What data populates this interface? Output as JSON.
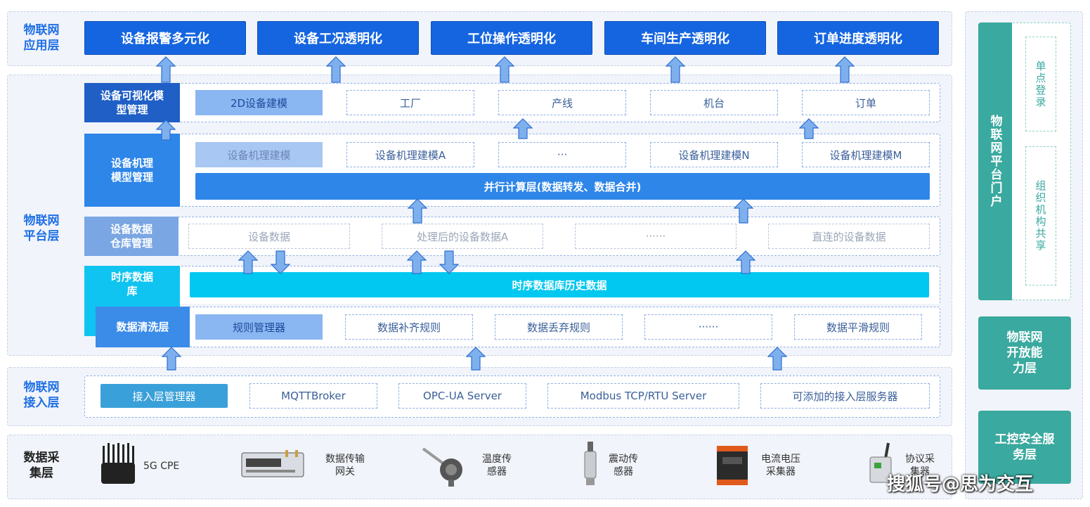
{
  "layers": {
    "app": "物联网应用层",
    "platform": "物联网平台层",
    "access": "物联网接入层",
    "collect": "数据采集层"
  },
  "app_items": [
    "设备报警多元化",
    "设备工况透明化",
    "工位操作透明化",
    "车间生产透明化",
    "订单进度透明化"
  ],
  "visual": {
    "title": "设备可视化模型管理",
    "lead": "2D设备建模",
    "items": [
      "工厂",
      "产线",
      "机台",
      "订单"
    ]
  },
  "mechanism": {
    "title": "设备机理模型管理",
    "lead": "设备机理建模",
    "items": [
      "设备机理建模A",
      "···",
      "设备机理建模N",
      "设备机理建模M"
    ],
    "bar": "并行计算层(数据转发、数据合并)"
  },
  "warehouse": {
    "title": "设备数据仓库管理",
    "items": [
      "设备数据",
      "处理后的设备数据A",
      "······",
      "直连的设备数据"
    ]
  },
  "tsdb": {
    "title": "时序数据库",
    "bar": "时序数据库历史数据"
  },
  "cleaning": {
    "title": "数据清洗层",
    "lead": "规则管理器",
    "items": [
      "数据补齐规则",
      "数据丢弃规则",
      "······",
      "数据平滑规则"
    ]
  },
  "access": {
    "lead": "接入层管理器",
    "items": [
      "MQTTBroker",
      "OPC-UA Server",
      "Modbus TCP/RTU Server",
      "可添加的接入层服务器"
    ]
  },
  "devices": [
    {
      "label": "5G CPE",
      "icon": "router-5g-icon"
    },
    {
      "label": "数据传输网关",
      "icon": "gateway-icon"
    },
    {
      "label": "温度传感器",
      "icon": "temperature-sensor-icon"
    },
    {
      "label": "震动传感器",
      "icon": "vibration-sensor-icon"
    },
    {
      "label": "电流电压采集器",
      "icon": "current-voltage-collector-icon"
    },
    {
      "label": "协议采集器",
      "icon": "protocol-collector-icon"
    }
  ],
  "right": {
    "portal": "物联网平台门户",
    "sso": "单点登录",
    "org": "组织机构共享",
    "open": "物联网开放能力层",
    "security": "工控安全服务层"
  },
  "watermark": "搜狐号@思为交互",
  "colors": {
    "primary_blue": "#1565e0",
    "mid_blue": "#2e86e8",
    "light_blue": "#8ab6f2",
    "cyan": "#00c8f0",
    "teal": "#3aa99f",
    "steel": "#3aa0d9"
  }
}
